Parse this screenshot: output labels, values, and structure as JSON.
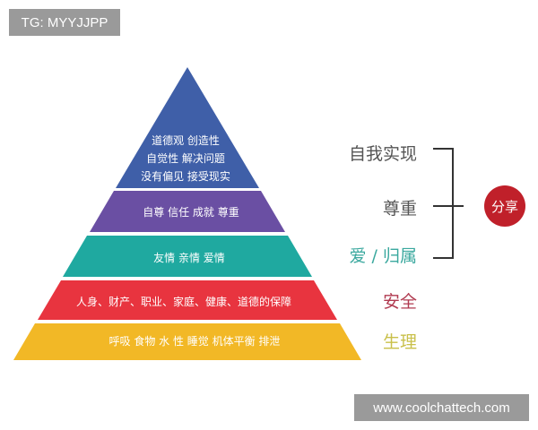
{
  "watermarks": {
    "top_left": "TG: MYYJJPP",
    "bottom_right": "www.coolchattech.com"
  },
  "pyramid": {
    "layers": [
      {
        "lines": [
          "道德观 创造性",
          "自觉性 解决问题",
          "没有偏见 接受现实"
        ],
        "color": "#3f5fa8"
      },
      {
        "lines": [
          "自尊 信任 成就 尊重"
        ],
        "color": "#6a4fa3"
      },
      {
        "lines": [
          "友情  亲情  爱情"
        ],
        "color": "#1fa9a0"
      },
      {
        "lines": [
          "人身、财产、职业、家庭、健康、道德的保障"
        ],
        "color": "#e8343f"
      },
      {
        "lines": [
          "呼吸 食物 水 性 睡觉 机体平衡  排泄"
        ],
        "color": "#f2b826"
      }
    ]
  },
  "labels": [
    {
      "text": "自我实现",
      "color": "#555555"
    },
    {
      "text": "尊重",
      "color": "#555555"
    },
    {
      "text": "爱 / 归属",
      "color": "#3aa89e"
    },
    {
      "text": "安全",
      "color": "#b03a50"
    },
    {
      "text": "生理",
      "color": "#c9c04a"
    }
  ],
  "badge": {
    "text": "分享",
    "color": "#c0202a"
  }
}
